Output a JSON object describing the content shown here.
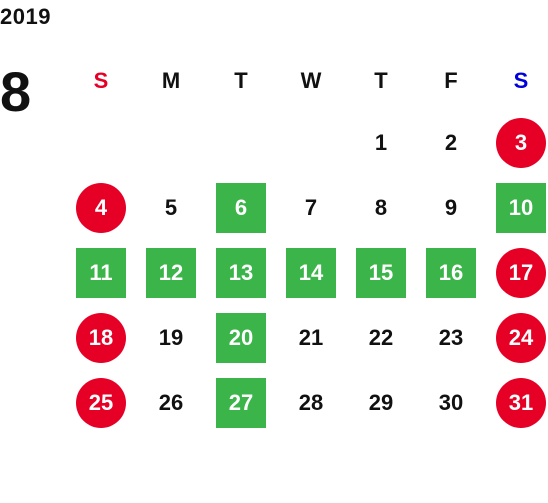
{
  "year": "2019",
  "month": "8",
  "colors": {
    "sunday_label": "#e60026",
    "saturday_label": "#0000dd",
    "weekend_circle": "#e60026",
    "closed_square": "#3bb54a",
    "text": "#111111"
  },
  "weekdays": [
    "S",
    "M",
    "T",
    "W",
    "T",
    "F",
    "S"
  ],
  "days": [
    {
      "label": "",
      "type": "empty"
    },
    {
      "label": "",
      "type": "empty"
    },
    {
      "label": "",
      "type": "empty"
    },
    {
      "label": "",
      "type": "empty"
    },
    {
      "label": "1",
      "type": "normal"
    },
    {
      "label": "2",
      "type": "normal"
    },
    {
      "label": "3",
      "type": "weekend"
    },
    {
      "label": "4",
      "type": "weekend"
    },
    {
      "label": "5",
      "type": "normal"
    },
    {
      "label": "6",
      "type": "closed"
    },
    {
      "label": "7",
      "type": "normal"
    },
    {
      "label": "8",
      "type": "normal"
    },
    {
      "label": "9",
      "type": "normal"
    },
    {
      "label": "10",
      "type": "closed"
    },
    {
      "label": "11",
      "type": "closed"
    },
    {
      "label": "12",
      "type": "closed"
    },
    {
      "label": "13",
      "type": "closed"
    },
    {
      "label": "14",
      "type": "closed"
    },
    {
      "label": "15",
      "type": "closed"
    },
    {
      "label": "16",
      "type": "closed"
    },
    {
      "label": "17",
      "type": "weekend"
    },
    {
      "label": "18",
      "type": "weekend"
    },
    {
      "label": "19",
      "type": "normal"
    },
    {
      "label": "20",
      "type": "closed"
    },
    {
      "label": "21",
      "type": "normal"
    },
    {
      "label": "22",
      "type": "normal"
    },
    {
      "label": "23",
      "type": "normal"
    },
    {
      "label": "24",
      "type": "weekend"
    },
    {
      "label": "25",
      "type": "weekend"
    },
    {
      "label": "26",
      "type": "normal"
    },
    {
      "label": "27",
      "type": "closed"
    },
    {
      "label": "28",
      "type": "normal"
    },
    {
      "label": "29",
      "type": "normal"
    },
    {
      "label": "30",
      "type": "normal"
    },
    {
      "label": "31",
      "type": "weekend"
    }
  ]
}
